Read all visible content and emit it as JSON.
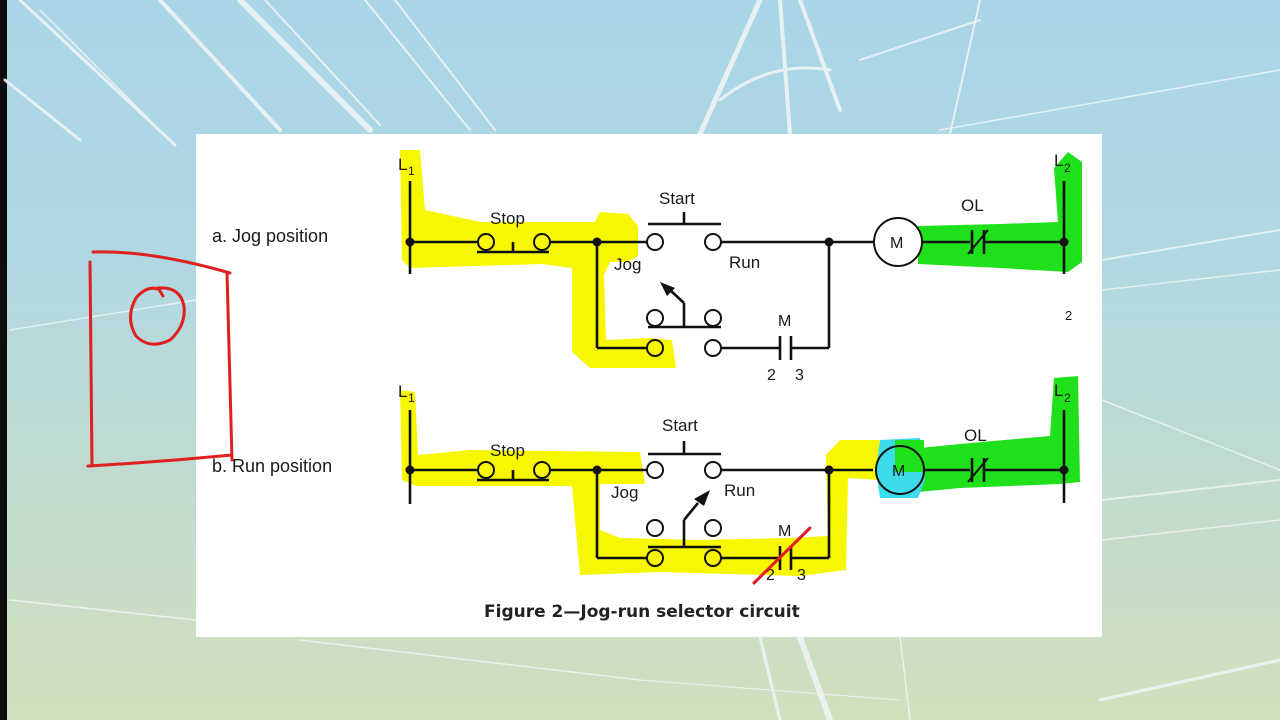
{
  "figure": {
    "caption": "Figure 2—Jog-run selector circuit",
    "stray_label": "2",
    "colors": {
      "highlight_yellow": "#f7f700",
      "highlight_green": "#1fe01a",
      "highlight_cyan": "#3cdcec",
      "annotation_red": "#e02020"
    }
  },
  "rungs": [
    {
      "position_label": "a. Jog position",
      "rail_left": {
        "main": "L",
        "sub": "1"
      },
      "rail_right": {
        "main": "L",
        "sub": "2"
      },
      "stop_label": "Stop",
      "start_label": "Start",
      "jog_label": "Jog",
      "run_label": "Run",
      "motor_label": "M",
      "overload_label": "OL",
      "seal_contact": {
        "label": "M",
        "terminal_left": "2",
        "terminal_right": "3",
        "crossed_out": false
      }
    },
    {
      "position_label": "b. Run position",
      "rail_left": {
        "main": "L",
        "sub": "1"
      },
      "rail_right": {
        "main": "L",
        "sub": "2"
      },
      "stop_label": "Stop",
      "start_label": "Start",
      "jog_label": "Jog",
      "run_label": "Run",
      "motor_label": "M",
      "overload_label": "OL",
      "seal_contact": {
        "label": "M",
        "terminal_left": "2",
        "terminal_right": "3",
        "crossed_out": true
      }
    }
  ],
  "annotations": [
    {
      "type": "rectangle",
      "color": "red"
    },
    {
      "type": "circle",
      "color": "red"
    },
    {
      "type": "slash",
      "color": "red",
      "target": "rung b seal-in contact M 2-3"
    }
  ]
}
